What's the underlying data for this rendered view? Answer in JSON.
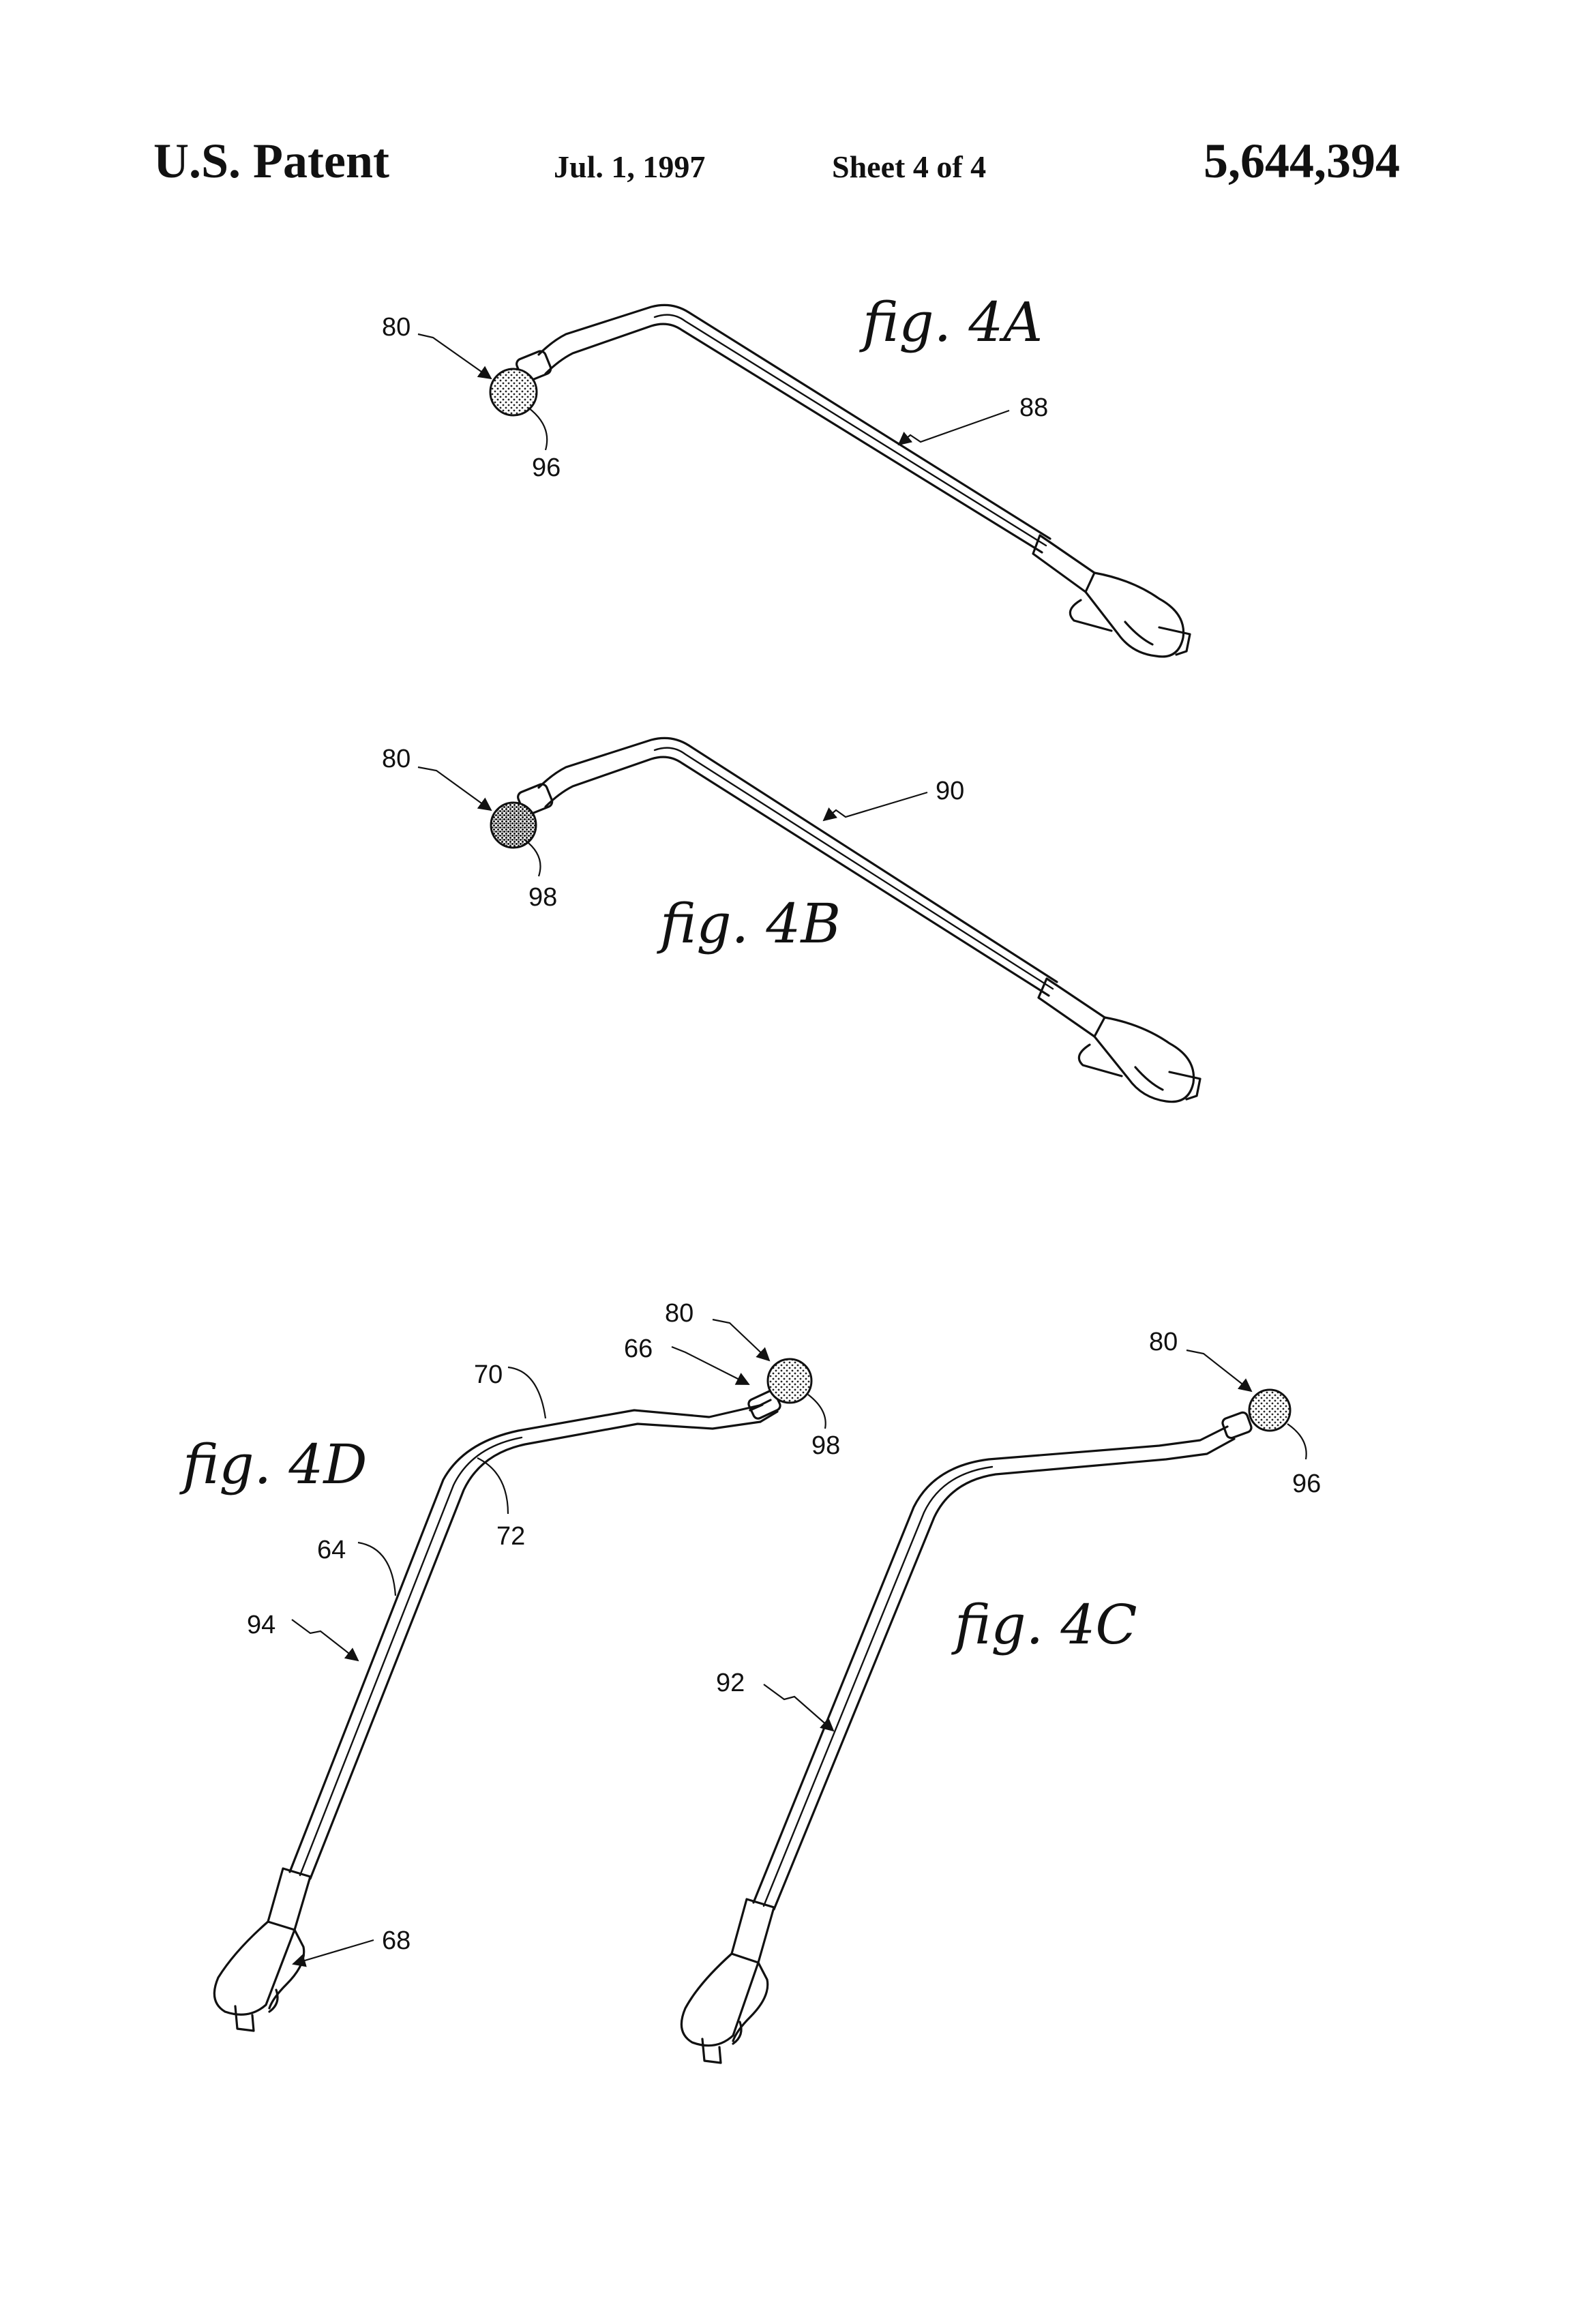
{
  "header": {
    "left": "U.S. Patent",
    "date": "Jul. 1, 1997",
    "sheet": "Sheet 4 of 4",
    "patent_number": "5,644,394"
  },
  "figures": {
    "fig4a": {
      "caption": "fig. 4A",
      "labels": [
        "80",
        "96",
        "88"
      ]
    },
    "fig4b": {
      "caption": "fig. 4B",
      "labels": [
        "80",
        "98",
        "90"
      ]
    },
    "fig4c": {
      "caption": "fig. 4C",
      "labels": [
        "80",
        "96",
        "92"
      ]
    },
    "fig4d": {
      "caption": "fig. 4D",
      "labels": [
        "80",
        "66",
        "70",
        "98",
        "72",
        "64",
        "94",
        "68"
      ]
    }
  }
}
